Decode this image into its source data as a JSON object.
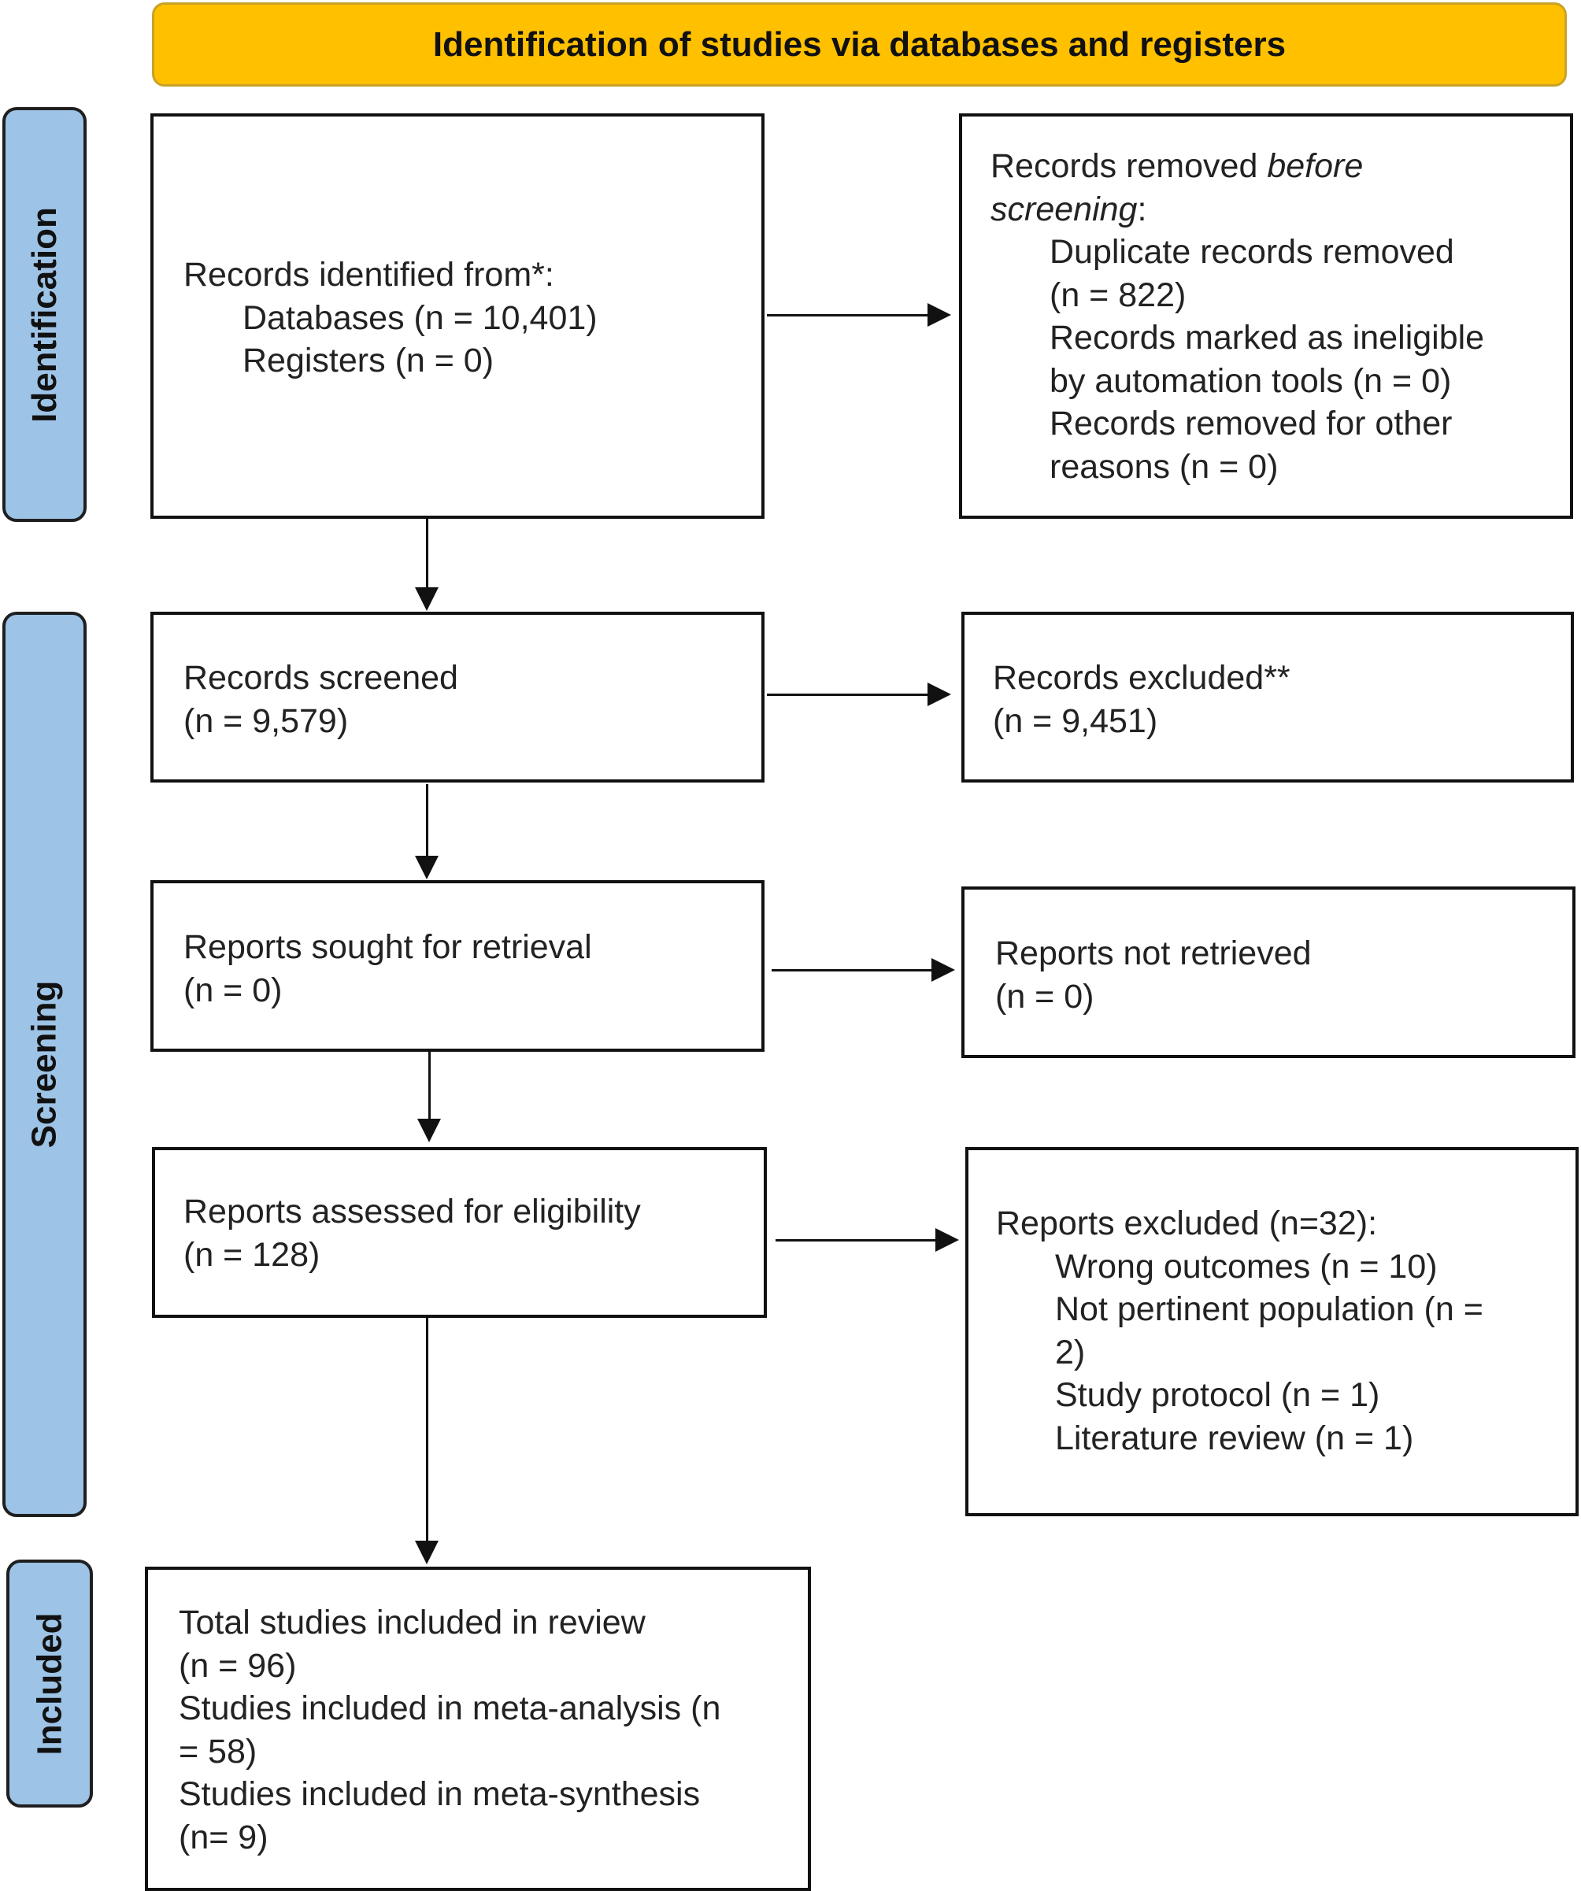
{
  "header": {
    "title": "Identification of studies via databases and registers",
    "color": "#FFC000"
  },
  "phases": {
    "identification": "Identification",
    "screening": "Screening",
    "included": "Included",
    "color": "#9DC3E6"
  },
  "identified": {
    "title": "Records identified from*:",
    "databases": "Databases (n = 10,401)",
    "registers": "Registers (n = 0)"
  },
  "removed": {
    "title_pre": "Records removed ",
    "title_em": "before screening",
    "title_post": ":",
    "lines": [
      "Duplicate records removed",
      "(n = 822)",
      "Records marked as ineligible",
      "by automation tools (n = 0)",
      "Records removed for other",
      "reasons (n = 0)"
    ]
  },
  "screened": {
    "title": "Records screened",
    "count": "(n = 9,579)"
  },
  "excluded": {
    "title": "Records excluded**",
    "count": "(n = 9,451)"
  },
  "sought": {
    "title": "Reports sought for retrieval",
    "count": "(n = 0)"
  },
  "not_retrieved": {
    "title": "Reports not retrieved",
    "count": "(n = 0)"
  },
  "assessed": {
    "title": "Reports assessed for eligibility",
    "count": "(n = 128)"
  },
  "reports_excluded": {
    "title": "Reports excluded (n=32):",
    "lines": [
      "Wrong outcomes (n = 10)",
      "Not pertinent population (n =",
      "2)",
      "Study protocol (n = 1)",
      "Literature review (n = 1)"
    ]
  },
  "included": {
    "lines": [
      "Total studies included in review",
      "(n = 96)",
      "Studies included in meta-analysis (n",
      "= 58)",
      "Studies included in meta-synthesis",
      "(n= 9)"
    ]
  }
}
